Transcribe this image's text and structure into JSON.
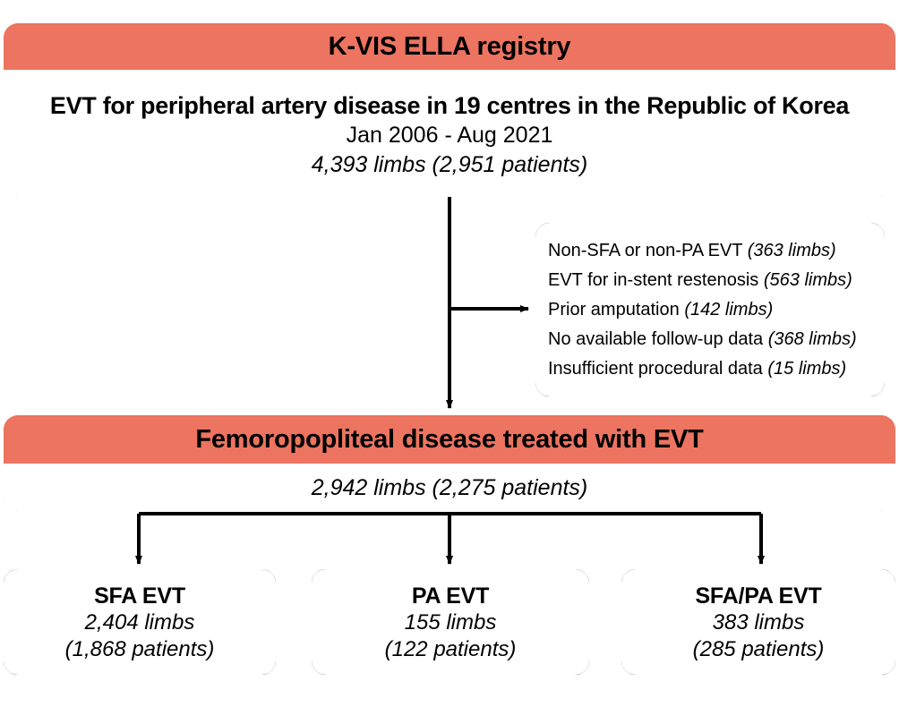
{
  "colors": {
    "accent": "#ec7460",
    "border": "#000000",
    "background": "#ffffff",
    "text": "#000000"
  },
  "registry": {
    "title": "K-VIS ELLA registry",
    "description": "EVT for peripheral artery disease in 19 centres in the Republic of Korea",
    "period": "Jan 2006 - Aug 2021",
    "counts": "4,393 limbs (2,951 patients)"
  },
  "exclusions": {
    "items": [
      {
        "label": "Non-SFA or non-PA EVT",
        "count": "(363 limbs)"
      },
      {
        "label": "EVT for in-stent restenosis",
        "count": "(563 limbs)"
      },
      {
        "label": "Prior amputation",
        "count": "(142 limbs)"
      },
      {
        "label": "No available follow-up data",
        "count": "(368 limbs)"
      },
      {
        "label": "Insufficient procedural data",
        "count": "(15 limbs)"
      }
    ]
  },
  "femoropopliteal": {
    "title": "Femoropopliteal disease treated with EVT",
    "counts": "2,942 limbs (2,275 patients)"
  },
  "groups": [
    {
      "title": "SFA EVT",
      "limbs": "2,404 limbs",
      "patients": "(1,868 patients)"
    },
    {
      "title": "PA EVT",
      "limbs": "155 limbs",
      "patients": "(122 patients)"
    },
    {
      "title": "SFA/PA EVT",
      "limbs": "383 limbs",
      "patients": "(285 patients)"
    }
  ]
}
